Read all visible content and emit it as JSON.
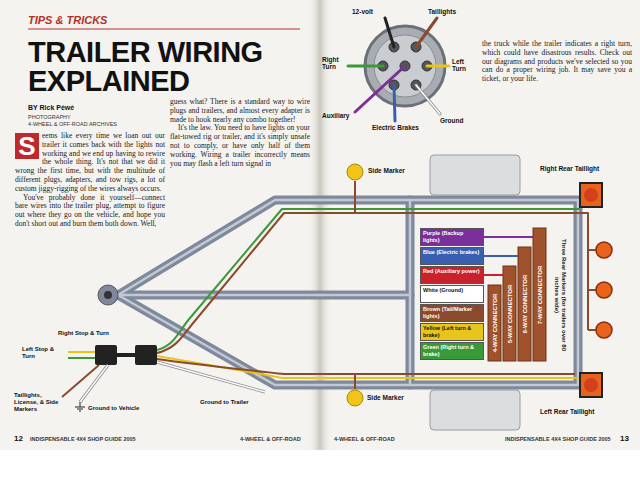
{
  "diagram": {
    "title": "TRAILER WIRING EXPLAINED",
    "labels": [
      "TIPS & TRICKS",
      "BY Rick Péwé",
      "PHOTOGRAPHY",
      "4-WHEEL & OFF-ROAD ARCHIVES",
      "S",
      "eems like every time we loan out our trailer it comes back with the lights not working and we end up having to rewire the whole thing. It's not that we did it wrong the first time, but with the multitude of different plugs, adapters, and tow rigs, a lot of custom jiggy-rigging of the wires always occurs.",
      "You've probably done it yourself—connect bare wires into the trailer plug, attempt to figure out where they go on the vehicle, and hope you don't short out and burn them both down. Well,",
      "guess what? There is a standard way to wire plugs and trailers, and almost every adapter is made to hook nearly any combo together!",
      "It's the law. You need to have lights on your flat-towed rig or trailer, and it's simply unsafe not to comply, or have only half of them working. Wiring a trailer incorrectly means you may flash a left turn signal in",
      "the truck while the trailer indicates a right turn, which could have disastrous results. Check out our diagrams and products we've selected so you can do a proper wiring job. It may save you a ticket, or your life.",
      "12-volt",
      "Taillights",
      "Right Turn",
      "Left Turn",
      "Auxiliary",
      "Electric Brakes",
      "Ground",
      "Side Marker",
      "Right Rear Taillight",
      "Three Rear Markers (for trailers over 80 inches wide)",
      "4-WAY CONNECTOR",
      "5-WAY CONNECTOR",
      "6-WAY CONNECTOR",
      "7-WAY CONNECTOR",
      "Left Stop & Turn",
      "Right Stop & Turn",
      "Ground to Trailer",
      "Side Marker",
      "Left Rear Taillight",
      "Taillights, License, & Side Markers",
      "Ground to Vehicle",
      "12",
      "INDISPENSABLE 4X4 SHOP GUIDE 2005",
      "4-WHEEL & OFF-ROAD",
      "4-WHEEL & OFF-ROAD",
      "INDISPENSABLE 4X4 SHOP GUIDE 2005",
      "13"
    ],
    "legend": [
      {
        "text": "Purple (Backup lights)",
        "color": "#7a2f9a"
      },
      {
        "text": "Blue (Electric brakes)",
        "color": "#3b5fb0"
      },
      {
        "text": "Red (Auxiliary power)",
        "color": "#c8232c"
      },
      {
        "text": "White (Ground)",
        "color": "#ffffff"
      },
      {
        "text": "Brown (Tail/Marker lights)",
        "color": "#8b4a2b"
      },
      {
        "text": "Yellow (Left turn & brake)",
        "color": "#e8c51a"
      },
      {
        "text": "Green (Right turn & brake)",
        "color": "#3a9a3a"
      }
    ]
  }
}
